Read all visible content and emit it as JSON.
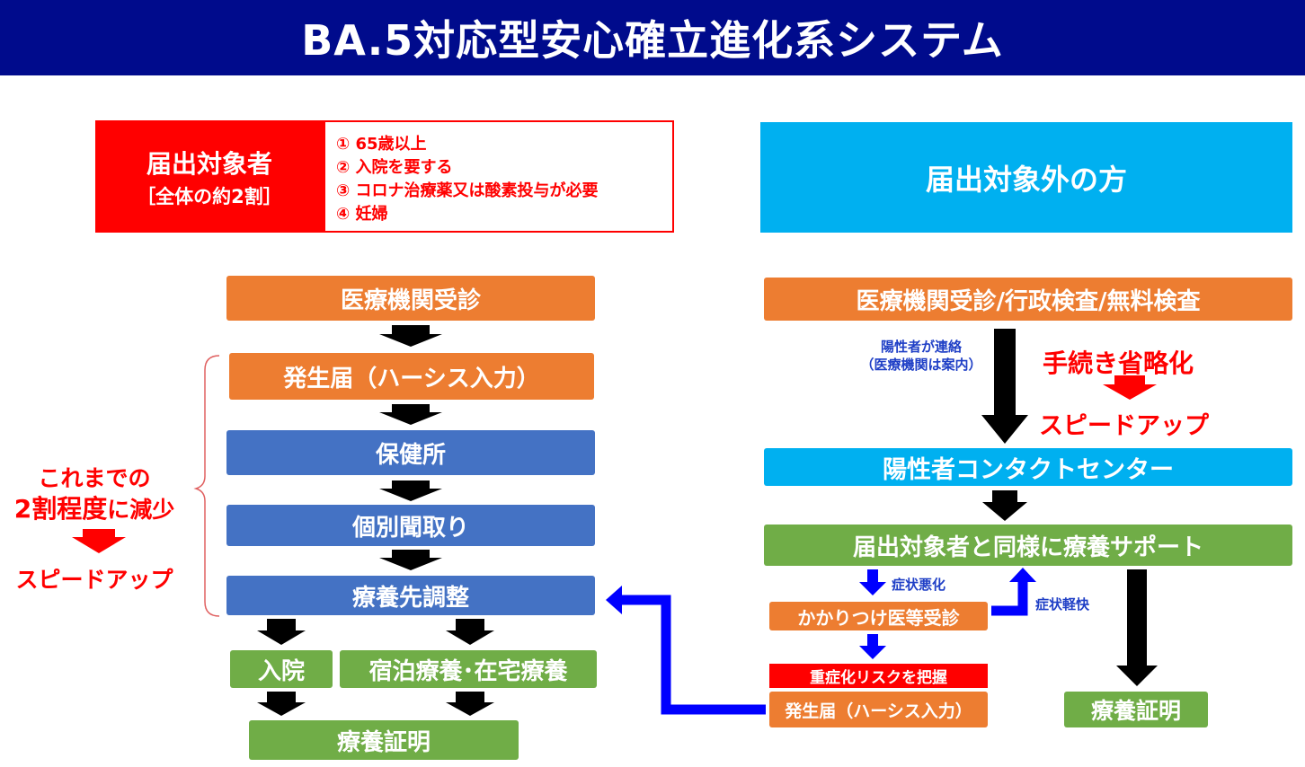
{
  "title": "BA.5対応型安心確立進化系システム",
  "left": {
    "header": {
      "label": "届出対象者",
      "sub": "［全体の約2割］",
      "criteria": [
        "① 65歳以上",
        "② 入院を要する",
        "③ コロナ治療薬又は酸素投与が必要",
        "④ 妊婦"
      ]
    },
    "steps": {
      "clinic": "医療機関受診",
      "report": "発生届（ハーシス入力）",
      "health_center": "保健所",
      "interview": "個別聞取り",
      "placement": "療養先調整",
      "hospital": "入院",
      "lodging_home": "宿泊療養･在宅療養",
      "certificate": "療養証明"
    },
    "note": {
      "line1": "これまでの",
      "line2_a": "2割程度",
      "line2_b": "に減少",
      "speedup": "スピードアップ"
    }
  },
  "right": {
    "header": "届出対象外の方",
    "steps": {
      "clinic": "医療機関受診/行政検査/無料検査",
      "contact_center": "陽性者コンタクトセンター",
      "support": "届出対象者と同様に療養サポート",
      "family_doctor": "かかりつけ医等受診",
      "risk": "重症化リスクを把握",
      "report": "発生届（ハーシス入力）",
      "certificate": "療養証明"
    },
    "contact_note": {
      "line1": "陽性者が連絡",
      "line2": "（医療機関は案内）"
    },
    "simplify": "手続き省略化",
    "speedup": "スピードアップ",
    "worse": "症状悪化",
    "better": "症状軽快"
  },
  "colors": {
    "title_bg": "#000B8C",
    "orange": "#ED7D31",
    "blue": "#4472C4",
    "green": "#70AD47",
    "cyan": "#00B0F0",
    "red": "#FF0000",
    "arrow_blue": "#0000FF"
  }
}
